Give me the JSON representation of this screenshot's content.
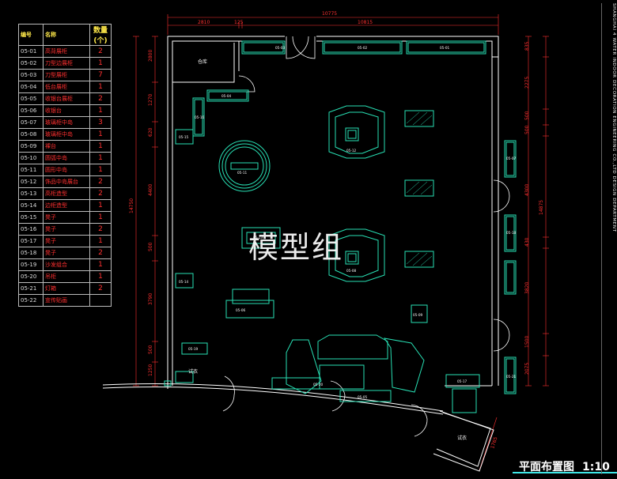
{
  "table": {
    "headers": [
      "编号",
      "名称",
      "数量(个)"
    ],
    "rows": [
      [
        "05-01",
        "高背展柜",
        "2"
      ],
      [
        "05-02",
        "刀型边展柜",
        "1"
      ],
      [
        "05-03",
        "刀型展柜",
        "7"
      ],
      [
        "05-04",
        "低台展柜",
        "1"
      ],
      [
        "05-05",
        "收银台展柜",
        "2"
      ],
      [
        "05-06",
        "收银台",
        "1"
      ],
      [
        "05-07",
        "玻璃柜中岛",
        "3"
      ],
      [
        "05-08",
        "玻璃柜中岛",
        "1"
      ],
      [
        "05-09",
        "裸台",
        "1"
      ],
      [
        "05-10",
        "圆弧中岛",
        "1"
      ],
      [
        "05-11",
        "圆形中岛",
        "1"
      ],
      [
        "05-12",
        "饰品中岛展台",
        "2"
      ],
      [
        "05-13",
        "高柜造型",
        "2"
      ],
      [
        "05-14",
        "边柜造型",
        "1"
      ],
      [
        "05-15",
        "凳子",
        "1"
      ],
      [
        "05-16",
        "凳子",
        "2"
      ],
      [
        "05-17",
        "凳子",
        "1"
      ],
      [
        "05-18",
        "凳子",
        "2"
      ],
      [
        "05-19",
        "沙发组合",
        "1"
      ],
      [
        "05-20",
        "吊柜",
        "1"
      ],
      [
        "05-21",
        "灯箱",
        "2"
      ],
      [
        "05-22",
        "宣传贴画",
        ""
      ]
    ]
  },
  "dimensions": {
    "top_total": "10775",
    "top_left": "2810",
    "top_mid": "125",
    "top_right": "10815",
    "left_total": "14750",
    "left_segments": [
      "2800",
      "1270",
      "620",
      "4400",
      "500",
      "3790",
      "500",
      "1250"
    ],
    "right_total": "14875",
    "right_segments": [
      "835",
      "2275",
      "500",
      "500",
      "4300",
      "430",
      "3820",
      "1500",
      "2075"
    ],
    "bottom_right": "1765"
  },
  "labels": {
    "storage": "仓库",
    "fitting": "试衣",
    "fitting2": "试衣"
  },
  "fixtures": {
    "f1": "05-03",
    "f2": "05-02",
    "f3": "05-01",
    "f4": "05-04",
    "f5": "05-16",
    "f6": "05-15",
    "f7": "05-11",
    "f8": "05-12",
    "f9": "05-13",
    "f10": "05-08",
    "f11": "05-06",
    "f12": "05-09",
    "f13": "05-14",
    "f14": "05-19",
    "f15": "05-20",
    "f16": "05-05",
    "f17": "05-07",
    "f18": "05-18",
    "f19": "05-21",
    "f20": "05-17"
  },
  "watermark": "模型组",
  "title": {
    "text": "平面布置图",
    "scale": "1:10"
  },
  "company": "SHANGHAI 4 WATER INDOOR DECORATION ENGINEERING CO.,LTD DESIGN DEPARTMENT",
  "colors": {
    "wall": "#ffffff",
    "fixture": "#28e0b4",
    "dim": "#ff3030",
    "door": "#ffffff",
    "cad_bg": "#000000"
  }
}
